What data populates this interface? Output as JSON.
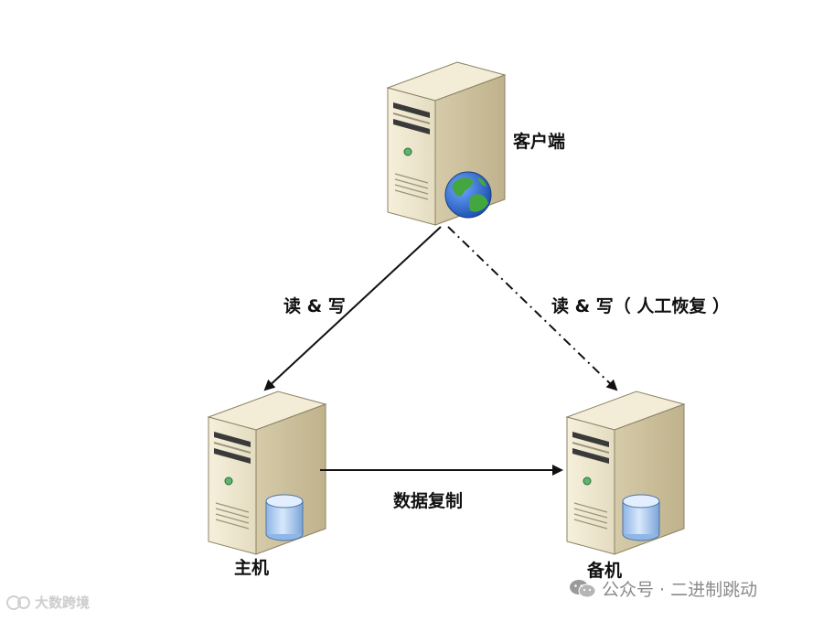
{
  "nodes": {
    "client": {
      "label": "客户端"
    },
    "primary": {
      "label": "主机"
    },
    "standby": {
      "label": "备机"
    }
  },
  "edges": {
    "client_to_primary": {
      "label": "读 & 写"
    },
    "client_to_standby": {
      "label": "读 & 写（ 人工恢复 ）",
      "style": "dash-dot"
    },
    "primary_to_standby": {
      "label": "数据复制"
    }
  },
  "watermarks": {
    "official_account": "公众号 · 二进制跳动",
    "bottom_left": "大数跨境"
  },
  "colors": {
    "server_body": "#efe8d2",
    "server_side": "#cfc4a2",
    "globe_water": "#2f6fd0",
    "globe_land": "#43a63f",
    "db_blue": "#a9c9ee",
    "arrow": "#111111"
  }
}
